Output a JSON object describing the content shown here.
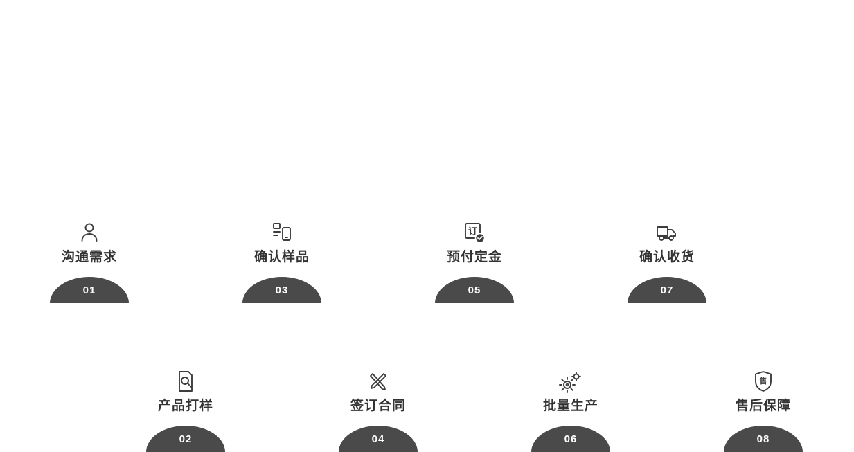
{
  "page": {
    "background": "#ffffff"
  },
  "process": {
    "dome_color": "#4a4a4a",
    "number_color": "#ffffff",
    "label_color": "#333333",
    "icon_color": "#3d3d3d",
    "steps": [
      {
        "number": "01",
        "label": "沟通需求",
        "icon": "person-icon"
      },
      {
        "number": "02",
        "label": "产品打样",
        "icon": "document-search-icon"
      },
      {
        "number": "03",
        "label": "确认样品",
        "icon": "sample-list-icon"
      },
      {
        "number": "04",
        "label": "签订合同",
        "icon": "contract-pens-icon"
      },
      {
        "number": "05",
        "label": "预付定金",
        "icon": "order-check-icon",
        "icon_glyph": "订"
      },
      {
        "number": "06",
        "label": "批量生产",
        "icon": "gears-icon"
      },
      {
        "number": "07",
        "label": "确认收货",
        "icon": "truck-icon"
      },
      {
        "number": "08",
        "label": "售后保障",
        "icon": "shield-icon",
        "icon_glyph": "售"
      }
    ]
  }
}
